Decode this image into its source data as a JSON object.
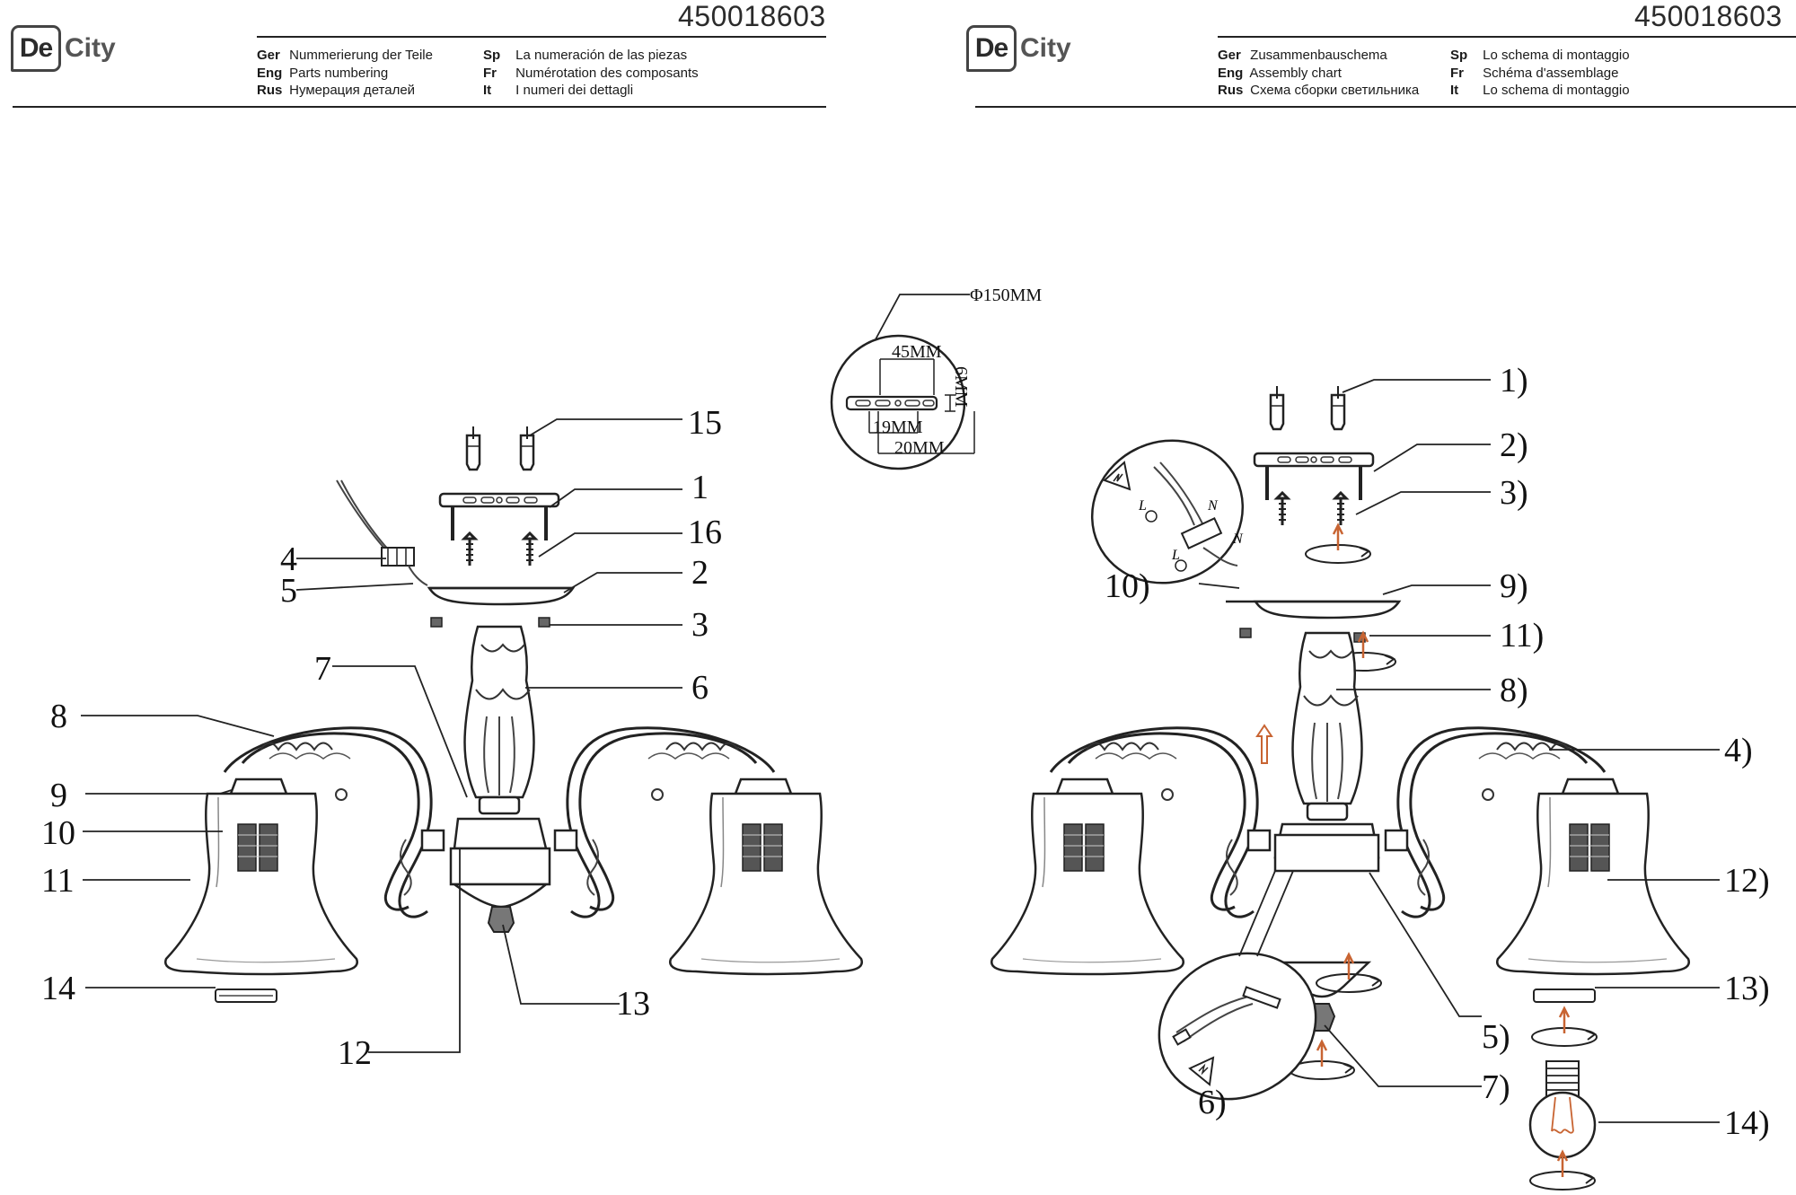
{
  "pages": [
    {
      "code": "450018603",
      "logo": {
        "de": "De",
        "city": "City"
      },
      "headers": [
        [
          {
            "k": "Ger",
            "v": "Nummerierung der Teile"
          },
          {
            "k": "Eng",
            "v": "Parts numbering"
          },
          {
            "k": "Rus",
            "v": "Нумерация деталей"
          }
        ],
        [
          {
            "k": "Sp",
            "v": "La numeración de las piezas"
          },
          {
            "k": "Fr",
            "v": "Numérotation des composants"
          },
          {
            "k": "It",
            "v": "I numeri dei dettagli"
          }
        ]
      ],
      "labels": [
        "15",
        "1",
        "16",
        "4",
        "5",
        "2",
        "3",
        "6",
        "7",
        "8",
        "9",
        "10",
        "11",
        "14",
        "13",
        "12"
      ]
    },
    {
      "code": "450018603",
      "logo": {
        "de": "De",
        "city": "City"
      },
      "headers": [
        [
          {
            "k": "Ger",
            "v": "Zusammenbauschema"
          },
          {
            "k": "Eng",
            "v": "Assembly chart"
          },
          {
            "k": "Rus",
            "v": "Схема сборки светильника"
          }
        ],
        [
          {
            "k": "Sp",
            "v": "Lo schema di montaggio"
          },
          {
            "k": "Fr",
            "v": "Schéma d'assemblage"
          },
          {
            "k": "It",
            "v": "Lo schema di montaggio"
          }
        ]
      ],
      "labels": [
        "1)",
        "2)",
        "3)",
        "10)",
        "9)",
        "11)",
        "8)",
        "4)",
        "12)",
        "13)",
        "5)",
        "7)",
        "14)",
        "6)"
      ]
    }
  ],
  "bracket_detail": {
    "diameter": "Φ150MM",
    "w45": "45MM",
    "h6": "6MM",
    "w19": "19MM",
    "w20": "20MM"
  },
  "wiring_letters": {
    "L": "L",
    "N": "N"
  }
}
